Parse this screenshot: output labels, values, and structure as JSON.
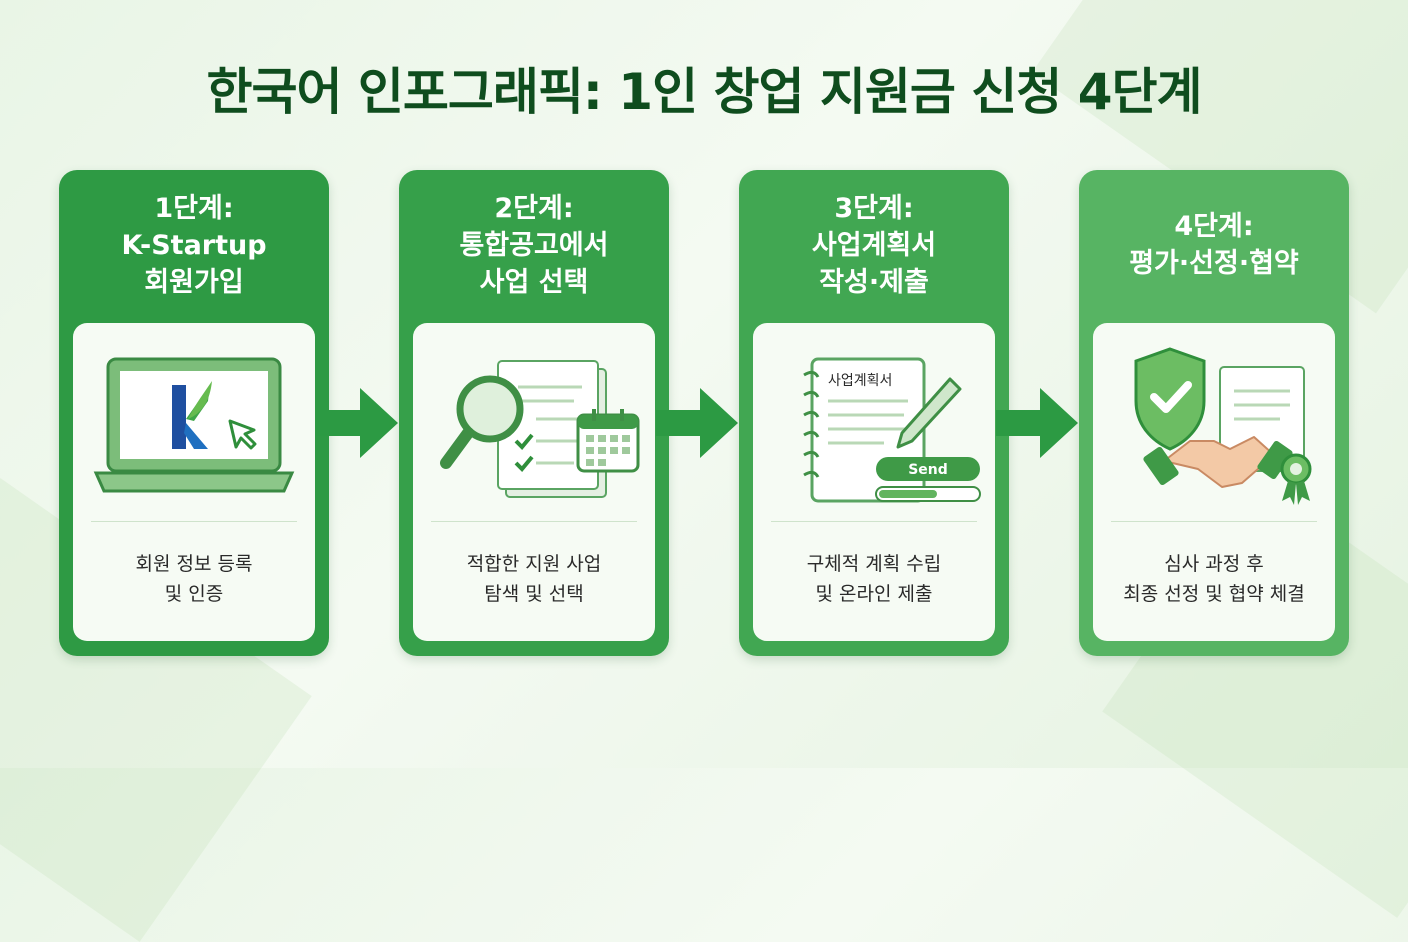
{
  "title": "한국어 인포그래픽: 1인 창업 지원금 신청 4단계",
  "colors": {
    "title": "#0f4d1e",
    "step1": "#2e9a44",
    "step2": "#36a04a",
    "step3": "#41a752",
    "step4": "#57b463",
    "arrow": "#2c9a43"
  },
  "steps": [
    {
      "header": [
        "1단계:",
        "K-Startup",
        "회원가입"
      ],
      "icon": "laptop-k-logo-icon",
      "description": [
        "회원 정보 등록",
        "및 인증"
      ]
    },
    {
      "header": [
        "2단계:",
        "통합공고에서",
        "사업 선택"
      ],
      "icon": "search-documents-calendar-icon",
      "description": [
        "적합한 지원 사업",
        "탐색 및 선택"
      ]
    },
    {
      "header": [
        "3단계:",
        "사업계획서",
        "작성·제출"
      ],
      "icon": "business-plan-notebook-icon",
      "notebook_label": "사업계획서",
      "send_label": "Send",
      "description": [
        "구체적 계획 수립",
        "및 온라인 제출"
      ]
    },
    {
      "header": [
        "4단계:",
        "평가·선정·협약"
      ],
      "icon": "shield-handshake-icon",
      "description": [
        "심사 과정 후",
        "최종 선정 및 협약 체결"
      ]
    }
  ]
}
